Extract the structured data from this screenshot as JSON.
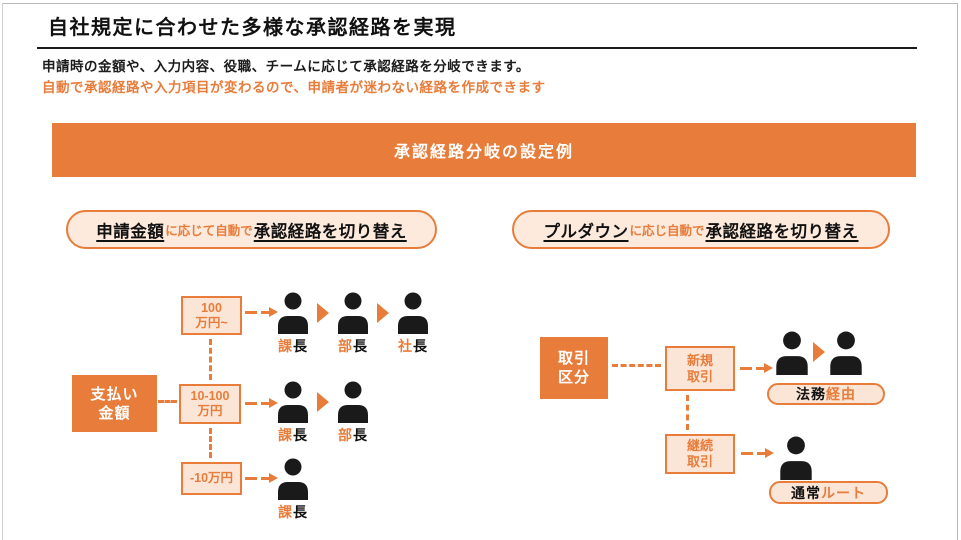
{
  "slide": {
    "title": "自社規定に合わせた多様な承認経路を実現",
    "description_line1": "申請時の金額や、入力内容、役職、チームに応じて承認経路を分岐できます。",
    "description_line2": "自動で承認経路や入力項目が変わるので、申請者が迷わない経路を作成できます",
    "banner": "承認経路分岐の設定例"
  },
  "colors": {
    "accent_orange": "#E87D3B",
    "peach_fill": "#FBE5D6",
    "icon_black": "#1A1A1A"
  },
  "icons": {
    "person": "person-silhouette",
    "flow_triangle": "triangle-right"
  },
  "left_flow": {
    "header": {
      "lead": "申請金額",
      "connector": "に応じて自動で",
      "tail": "承認経路を切り替え"
    },
    "source_box": {
      "line1": "支払い",
      "line2": "金額"
    },
    "branches": [
      {
        "lines": [
          "100",
          "万円~"
        ]
      },
      {
        "lines": [
          "10-100",
          "万円"
        ]
      },
      {
        "lines": [
          "-10万円"
        ]
      }
    ],
    "approver_rows": [
      [
        {
          "accent": "課",
          "plain": "長"
        },
        {
          "accent": "部",
          "plain": "長"
        },
        {
          "accent": "社",
          "plain": "長"
        }
      ],
      [
        {
          "accent": "課",
          "plain": "長"
        },
        {
          "accent": "部",
          "plain": "長"
        }
      ],
      [
        {
          "accent": "課",
          "plain": "長"
        }
      ]
    ]
  },
  "right_flow": {
    "header": {
      "lead": "プルダウン",
      "connector": "に応じ自動で",
      "tail": "承認経路を切り替え"
    },
    "source_box": {
      "line1": "取引",
      "line2": "区分"
    },
    "branches": [
      {
        "lines": [
          "新規",
          "取引"
        ],
        "route": {
          "plain": "法務",
          "accent": "経由"
        }
      },
      {
        "lines": [
          "継続",
          "取引"
        ],
        "route": {
          "plain": "通常",
          "accent": "ルート"
        }
      }
    ]
  }
}
